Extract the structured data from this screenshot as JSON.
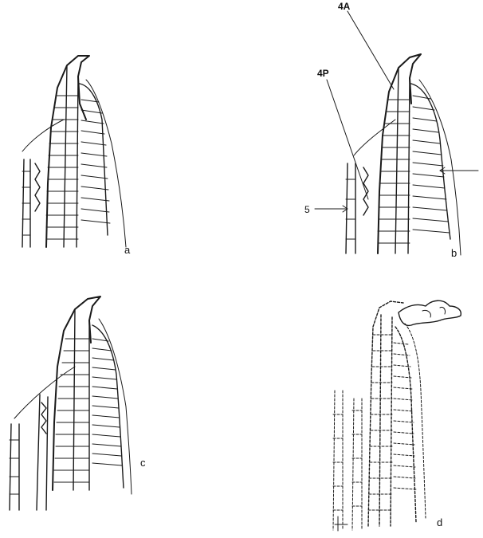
{
  "panels": [
    {
      "id": "a",
      "label": "a"
    },
    {
      "id": "b",
      "label": "b"
    },
    {
      "id": "c",
      "label": "c"
    },
    {
      "id": "d",
      "label": "d"
    }
  ],
  "callouts": {
    "label_4A": "4A",
    "label_4P": "4P",
    "label_5": "5"
  }
}
